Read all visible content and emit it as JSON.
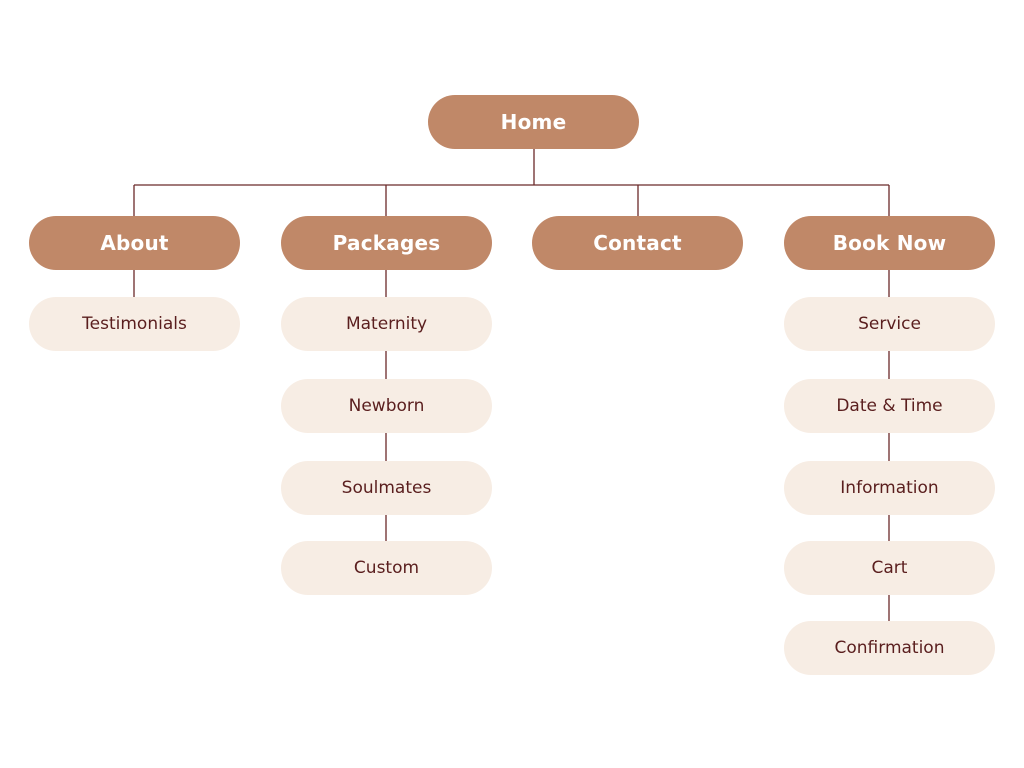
{
  "colors": {
    "primary_fill": "#c08868",
    "primary_text": "#ffffff",
    "secondary_fill": "#f7ede4",
    "secondary_text": "#5a1e1e",
    "connector": "#6b2a2a"
  },
  "sitemap": {
    "root": {
      "label": "Home"
    },
    "sections": [
      {
        "label": "About",
        "children": [
          "Testimonials"
        ]
      },
      {
        "label": "Packages",
        "children": [
          "Maternity",
          "Newborn",
          "Soulmates",
          "Custom"
        ]
      },
      {
        "label": "Contact",
        "children": []
      },
      {
        "label": "Book Now",
        "children": [
          "Service",
          "Date & Time",
          "Information",
          "Cart",
          "Confirmation"
        ]
      }
    ]
  }
}
